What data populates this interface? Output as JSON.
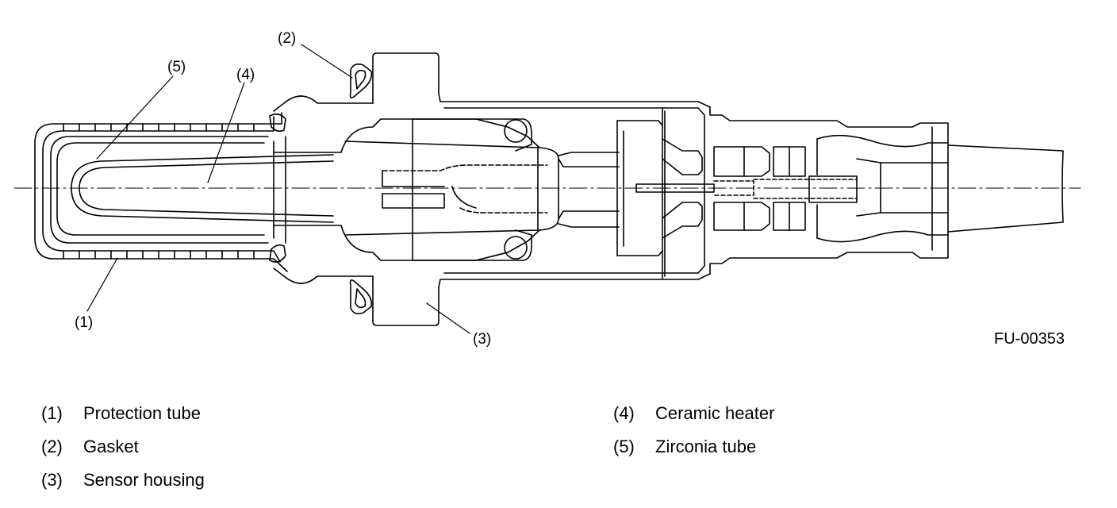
{
  "figure": {
    "id": "FU-00353",
    "callouts": [
      "(1)",
      "(2)",
      "(3)",
      "(4)",
      "(5)"
    ]
  },
  "legend": [
    {
      "num": "(1)",
      "label": "Protection tube"
    },
    {
      "num": "(2)",
      "label": "Gasket"
    },
    {
      "num": "(3)",
      "label": "Sensor housing"
    },
    {
      "num": "(4)",
      "label": "Ceramic heater"
    },
    {
      "num": "(5)",
      "label": "Zirconia tube"
    }
  ]
}
